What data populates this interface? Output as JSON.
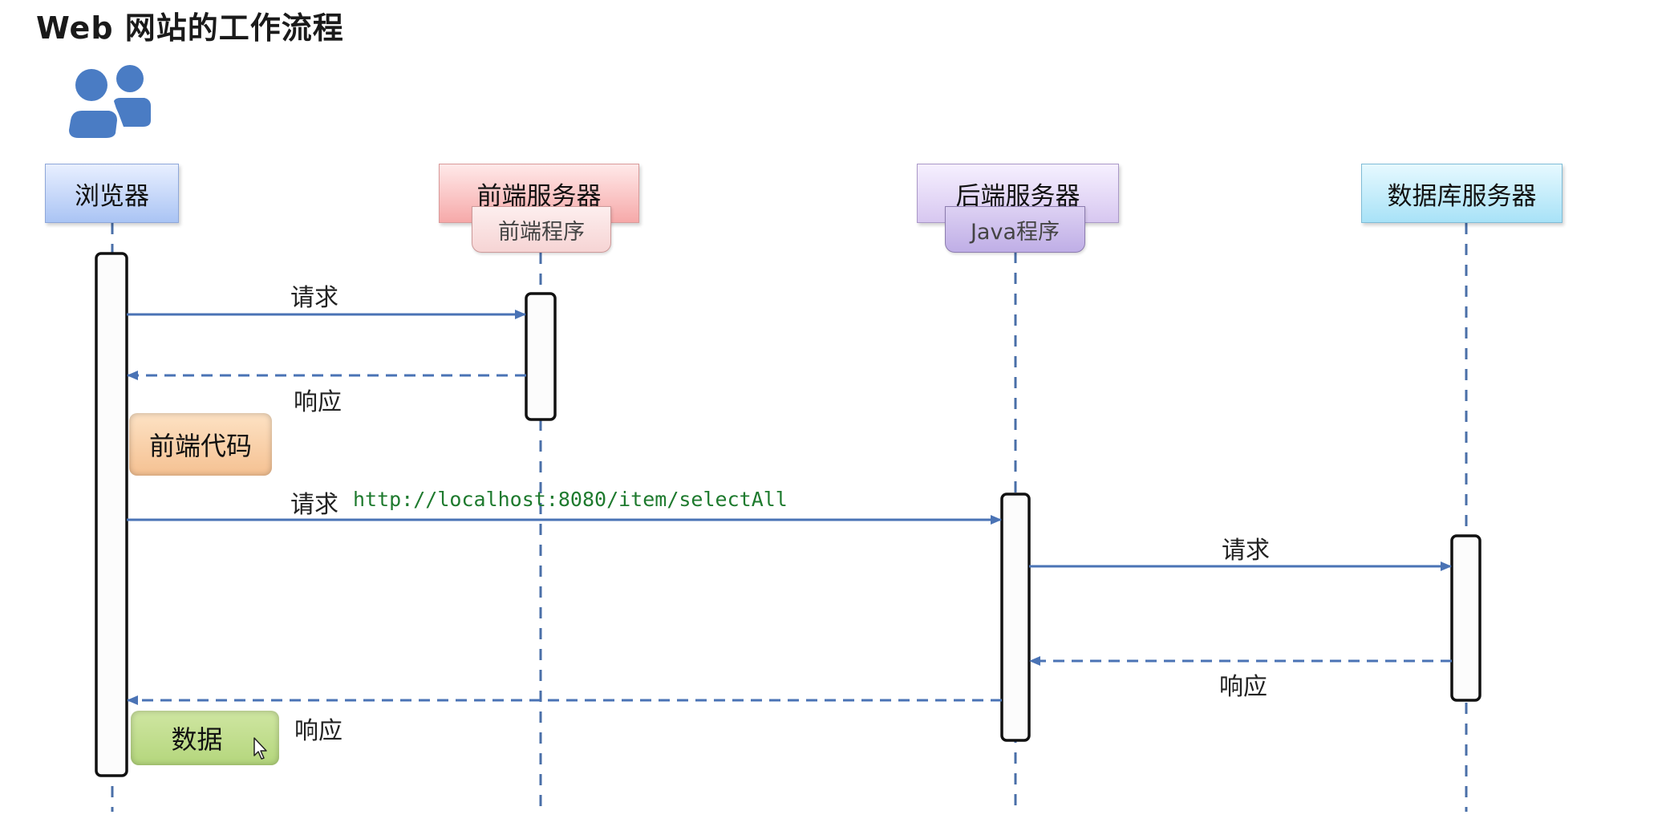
{
  "title": "Web 网站的工作流程",
  "icons": {
    "users": "users-icon",
    "cursor": "mouse-cursor-icon"
  },
  "participants": {
    "browser": {
      "label": "浏览器",
      "color": "#aac4f4"
    },
    "frontend_server": {
      "label": "前端服务器",
      "sublabel": "前端程序",
      "color": "#f6a9a9"
    },
    "backend_server": {
      "label": "后端服务器",
      "sublabel": "Java程序",
      "color": "#d7c7f0"
    },
    "database_server": {
      "label": "数据库服务器",
      "color": "#a8e2f7"
    }
  },
  "messages": [
    {
      "from": "browser",
      "to": "frontend_server",
      "kind": "request",
      "label": "请求"
    },
    {
      "from": "frontend_server",
      "to": "browser",
      "kind": "response",
      "label": "响应"
    },
    {
      "from": "browser",
      "to": "backend_server",
      "kind": "request",
      "label": "请求",
      "url": "http://localhost:8080/item/selectAll"
    },
    {
      "from": "backend_server",
      "to": "database_server",
      "kind": "request",
      "label": "请求"
    },
    {
      "from": "database_server",
      "to": "backend_server",
      "kind": "response",
      "label": "响应"
    },
    {
      "from": "backend_server",
      "to": "browser",
      "kind": "response",
      "label": "响应"
    }
  ],
  "notes": {
    "frontend_code": "前端代码",
    "data": "数据"
  },
  "colors": {
    "arrow": "#4a73b5",
    "lifeline": "#4a6fa8",
    "url_text": "#1e7a2e",
    "icon": "#4a7cc4",
    "note_frontend_code": "#f5c192",
    "note_data": "#b4d67c"
  }
}
